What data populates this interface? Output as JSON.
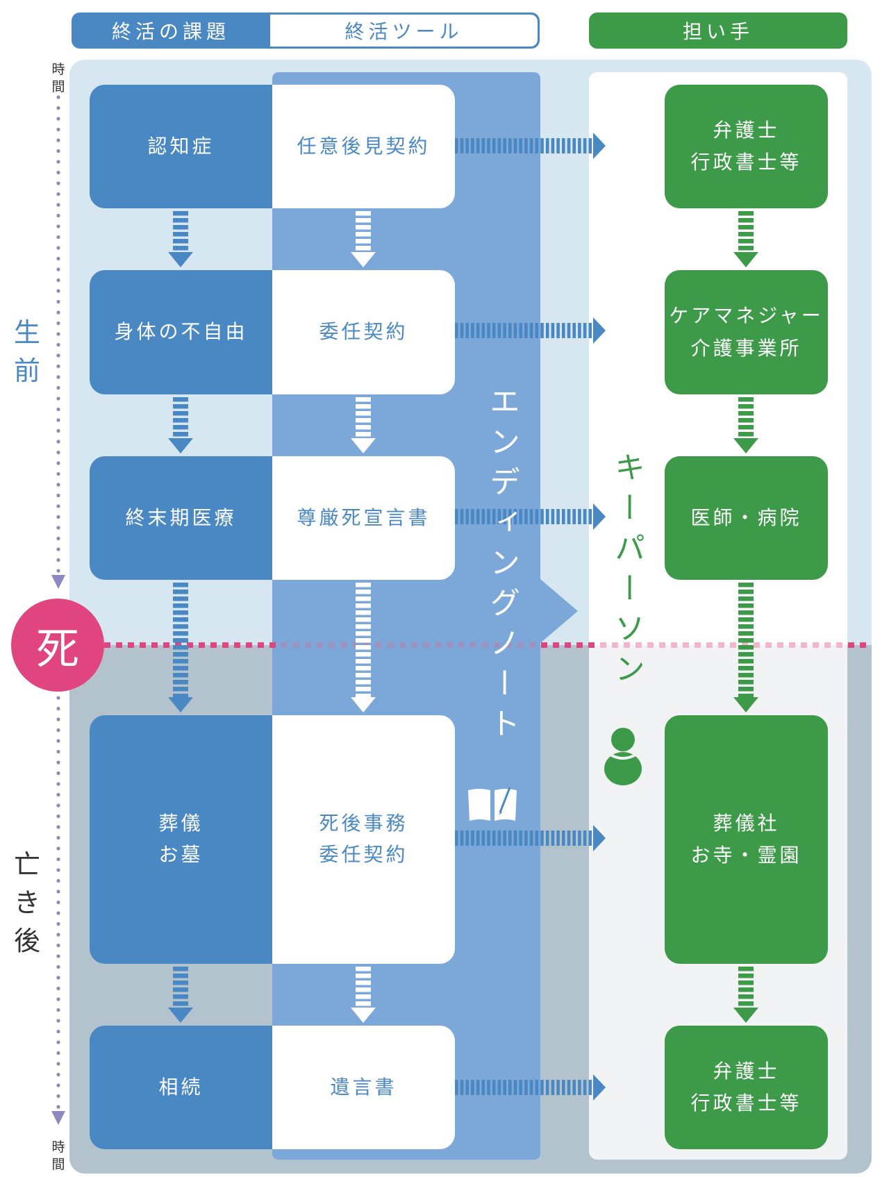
{
  "headers": {
    "issues": "終活の課題",
    "tools": "終活ツール",
    "handlers": "担い手"
  },
  "timeline": {
    "time_label_top": "時\n間",
    "time_label_bottom": "時\n間",
    "phase_before": "生\n前",
    "phase_after": "亡\nき\n後",
    "death_marker": "死"
  },
  "ending_note": {
    "label": "エンディングノート",
    "icon": "notebook-pen-icon"
  },
  "key_person": {
    "label": "キーパーソン",
    "icon": "person-icon"
  },
  "rows": [
    {
      "issue": "認知症",
      "tool": "任意後見契約",
      "handler": "弁護士\n行政書士等",
      "phase": "before"
    },
    {
      "issue": "身体の不自由",
      "tool": "委任契約",
      "handler": "ケアマネジャー\n介護事業所",
      "phase": "before"
    },
    {
      "issue": "終末期医療",
      "tool": "尊厳死宣言書",
      "handler": "医師・病院",
      "phase": "before"
    },
    {
      "issue": "葬儀\nお墓",
      "tool": "死後事務\n委任契約",
      "handler": "葬儀社\nお寺・霊園",
      "phase": "after"
    },
    {
      "issue": "相続",
      "tool": "遺言書",
      "handler": "弁護士\n行政書士等",
      "phase": "after"
    }
  ],
  "colors": {
    "issue_blue": "#4a88c4",
    "tool_column_blue": "#7ba8d8",
    "handler_green": "#3c9a48",
    "death_pink": "#e0457f",
    "timeline_purple": "#8c88c0",
    "before_bg": "#d7e7f1",
    "after_bg": "#b3c3ce"
  }
}
